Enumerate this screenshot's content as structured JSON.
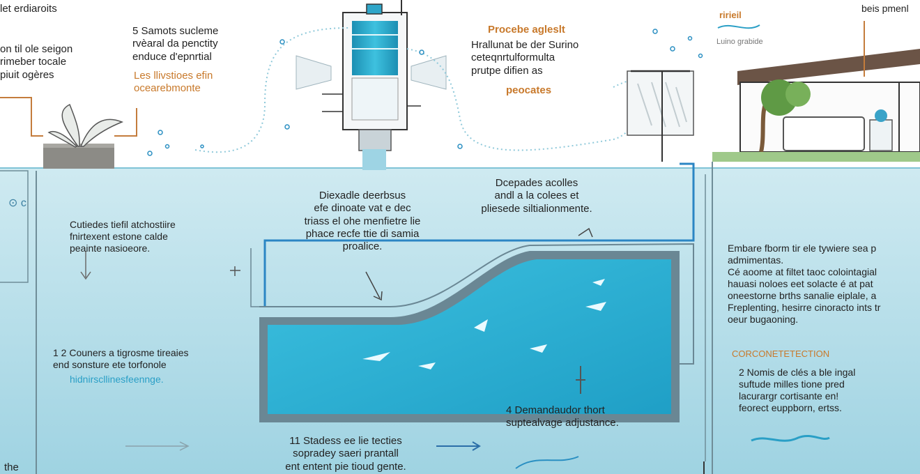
{
  "colors": {
    "sky": "#ffffff",
    "water_light": "#bfe3ec",
    "water_deep": "#8fcfe0",
    "pool": "#2fb4d6",
    "pool_border": "#6a8794",
    "pipe": "#2b86c4",
    "accent_orange": "#c8792b",
    "lawn": "#9fc98a"
  },
  "labels": {
    "top_left_partial": "let erdiaroits",
    "left_intro": "on til ole seigon\nrimeber tocale\npiuit ogères",
    "step5": "5 Samots sucleme\nrvèaral da penctity\nenduce d'epnrtial",
    "step5_highlight": "Les llivstioes efin\nocearebmonte",
    "process_title": "Procebe agleslt",
    "process_text": "Hrallunat be der Surino\nceteqnrtulformulta\nprutpe difien as",
    "process_highlight": "peocates",
    "top_right_label": "ririeil",
    "top_right_sub": "Luino grabide",
    "top_right_corner": "beis pmenl",
    "mid_left": "Cutiedes tiefil atchostiire\nfnirtexent estone calde\npeainte nasioeore.",
    "center_desc": "Diexadle deerbsus\nefe dinoate vat e dec\ntriass el ohe menfietre lie\nphace recfe ttie di samia\nproalice.",
    "upper_desc": "Dcepades acolles\nandl a la colees et\npliesede siltialionmente.",
    "right_panel": "Embare fborm tir ele tywiere sea p\nadmimentas.\nCé aoome at filtet taoc colointagial\nhauasi noloes eet solacte é at pat\noneestorne brths sanalie eiplale, a\nFreplenting, hesirre cinoracto ints tr\noeur bugaoning.",
    "right_section_title": "CORCONETETECTION",
    "right_step": "2 Nomis de clés a ble ingal\nsuftude milles tione pred\nlacurargr cortisante en!\nfeorect euppborn, ertss.",
    "step12": "1 2 Couners a tigrosme tireaies\nend sonsture ete torfonole",
    "step12_cyan": "hidnirscllinesfeennge.",
    "step4": "4 Demandaudor thort\nsuptealvage adjustance.",
    "step11": "11 Stadess ee lie tecties\nsopradey saeri prantall\nent entent pie tioud gente.",
    "bottom_left_partial": "the"
  }
}
